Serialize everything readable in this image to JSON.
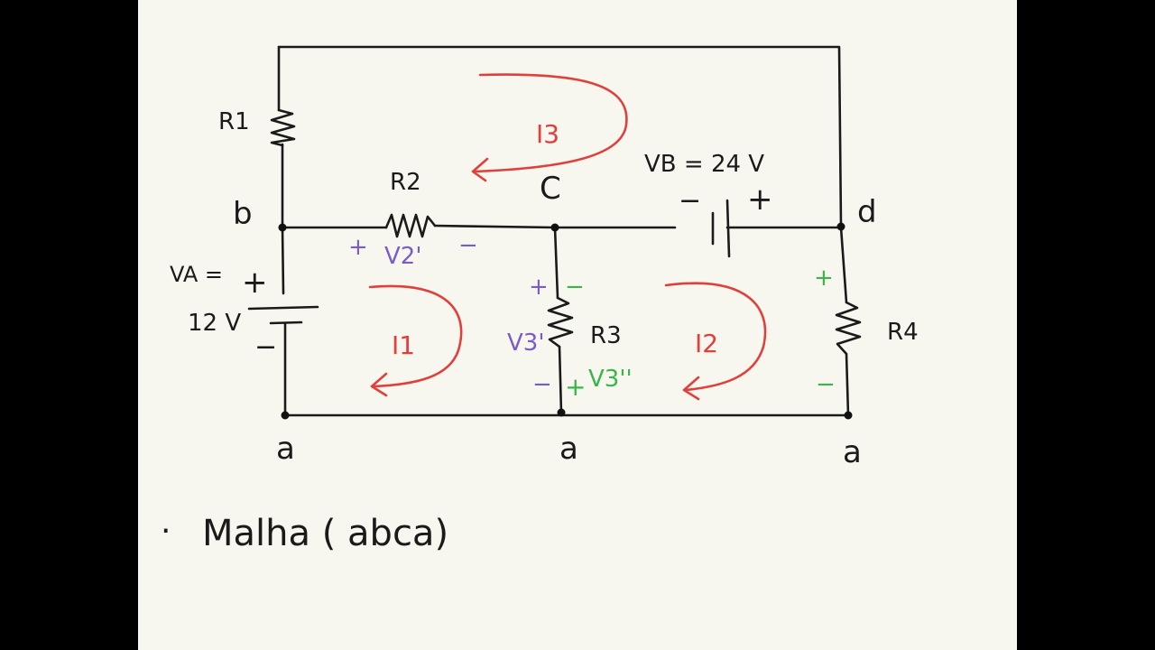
{
  "nodes": {
    "b": "b",
    "c": "C",
    "d": "d",
    "a1": "a",
    "a2": "a",
    "a3": "a"
  },
  "components": {
    "r1": "R1",
    "r2": "R2",
    "r3": "R3",
    "r4": "R4",
    "va_label": "VA =",
    "va_value": "12 V",
    "vb_label": "VB = 24 V"
  },
  "currents": {
    "i1": "I1",
    "i2": "I2",
    "i3": "I3"
  },
  "polarity": {
    "plus": "+",
    "minus": "−",
    "v2_prime": "V2'",
    "v3_prime": "V3'",
    "v3_double_prime": "V3''"
  },
  "note": {
    "bullet": "·",
    "text": "Malha ( abca)"
  },
  "colors": {
    "ink": "#1a1a1a",
    "loop_current": "#e0403c",
    "v_prime": "#7a5cc8",
    "v_double_prime": "#39b54a",
    "paper": "#f8f7ef"
  }
}
